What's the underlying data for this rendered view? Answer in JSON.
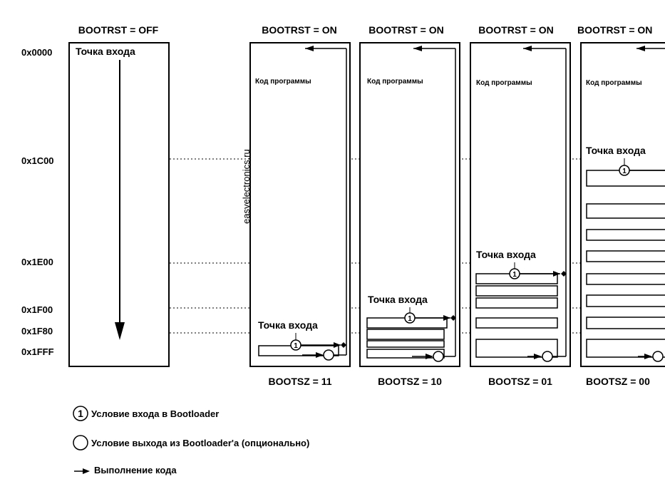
{
  "header_left": "BOOTRST = OFF",
  "header_on": "BOOTRST = ON",
  "addresses": {
    "a0000": "0x0000",
    "a1c00": "0x1C00",
    "a1e00": "0x1E00",
    "a1f00": "0x1F00",
    "a1f80": "0x1F80",
    "a1fff": "0x1FFF"
  },
  "entry_label": "Точка входа",
  "entry_label_cut": "Точка входа",
  "code_label": "Код программы",
  "code_label_cut": "Код программы",
  "watermark": "easyelectronics.ru",
  "bootsz": [
    "BOOTSZ = 11",
    "BOOTSZ = 10",
    "BOOTSZ = 01",
    "BOOTSZ = 00"
  ],
  "marker_number": "1",
  "legend": {
    "enter": "Условие входа в Bootloader",
    "exit": "Условие выхода из Bootloader'a (опционально)",
    "exec": "Выполнение кода"
  }
}
